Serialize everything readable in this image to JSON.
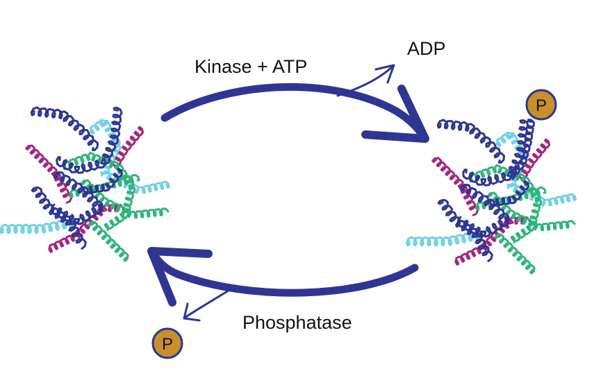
{
  "labels": {
    "kinase": "Kinase + ATP",
    "adp": "ADP",
    "phosphatase": "Phosphatase"
  },
  "phosphate": {
    "symbol": "P"
  },
  "colors": {
    "arrow": "#2e3593",
    "phosphate_fill": "#c8902a",
    "phosphate_stroke": "#2e3593",
    "helix_navy": "#2e3593",
    "helix_green": "#2fb57a",
    "helix_cyan": "#6fd0e6",
    "helix_magenta": "#a3267c"
  },
  "icons": {
    "protein_left": "tangled-protein-icon",
    "protein_right": "phosphorylated-protein-icon",
    "phosphate": "phosphate-circle-icon"
  }
}
